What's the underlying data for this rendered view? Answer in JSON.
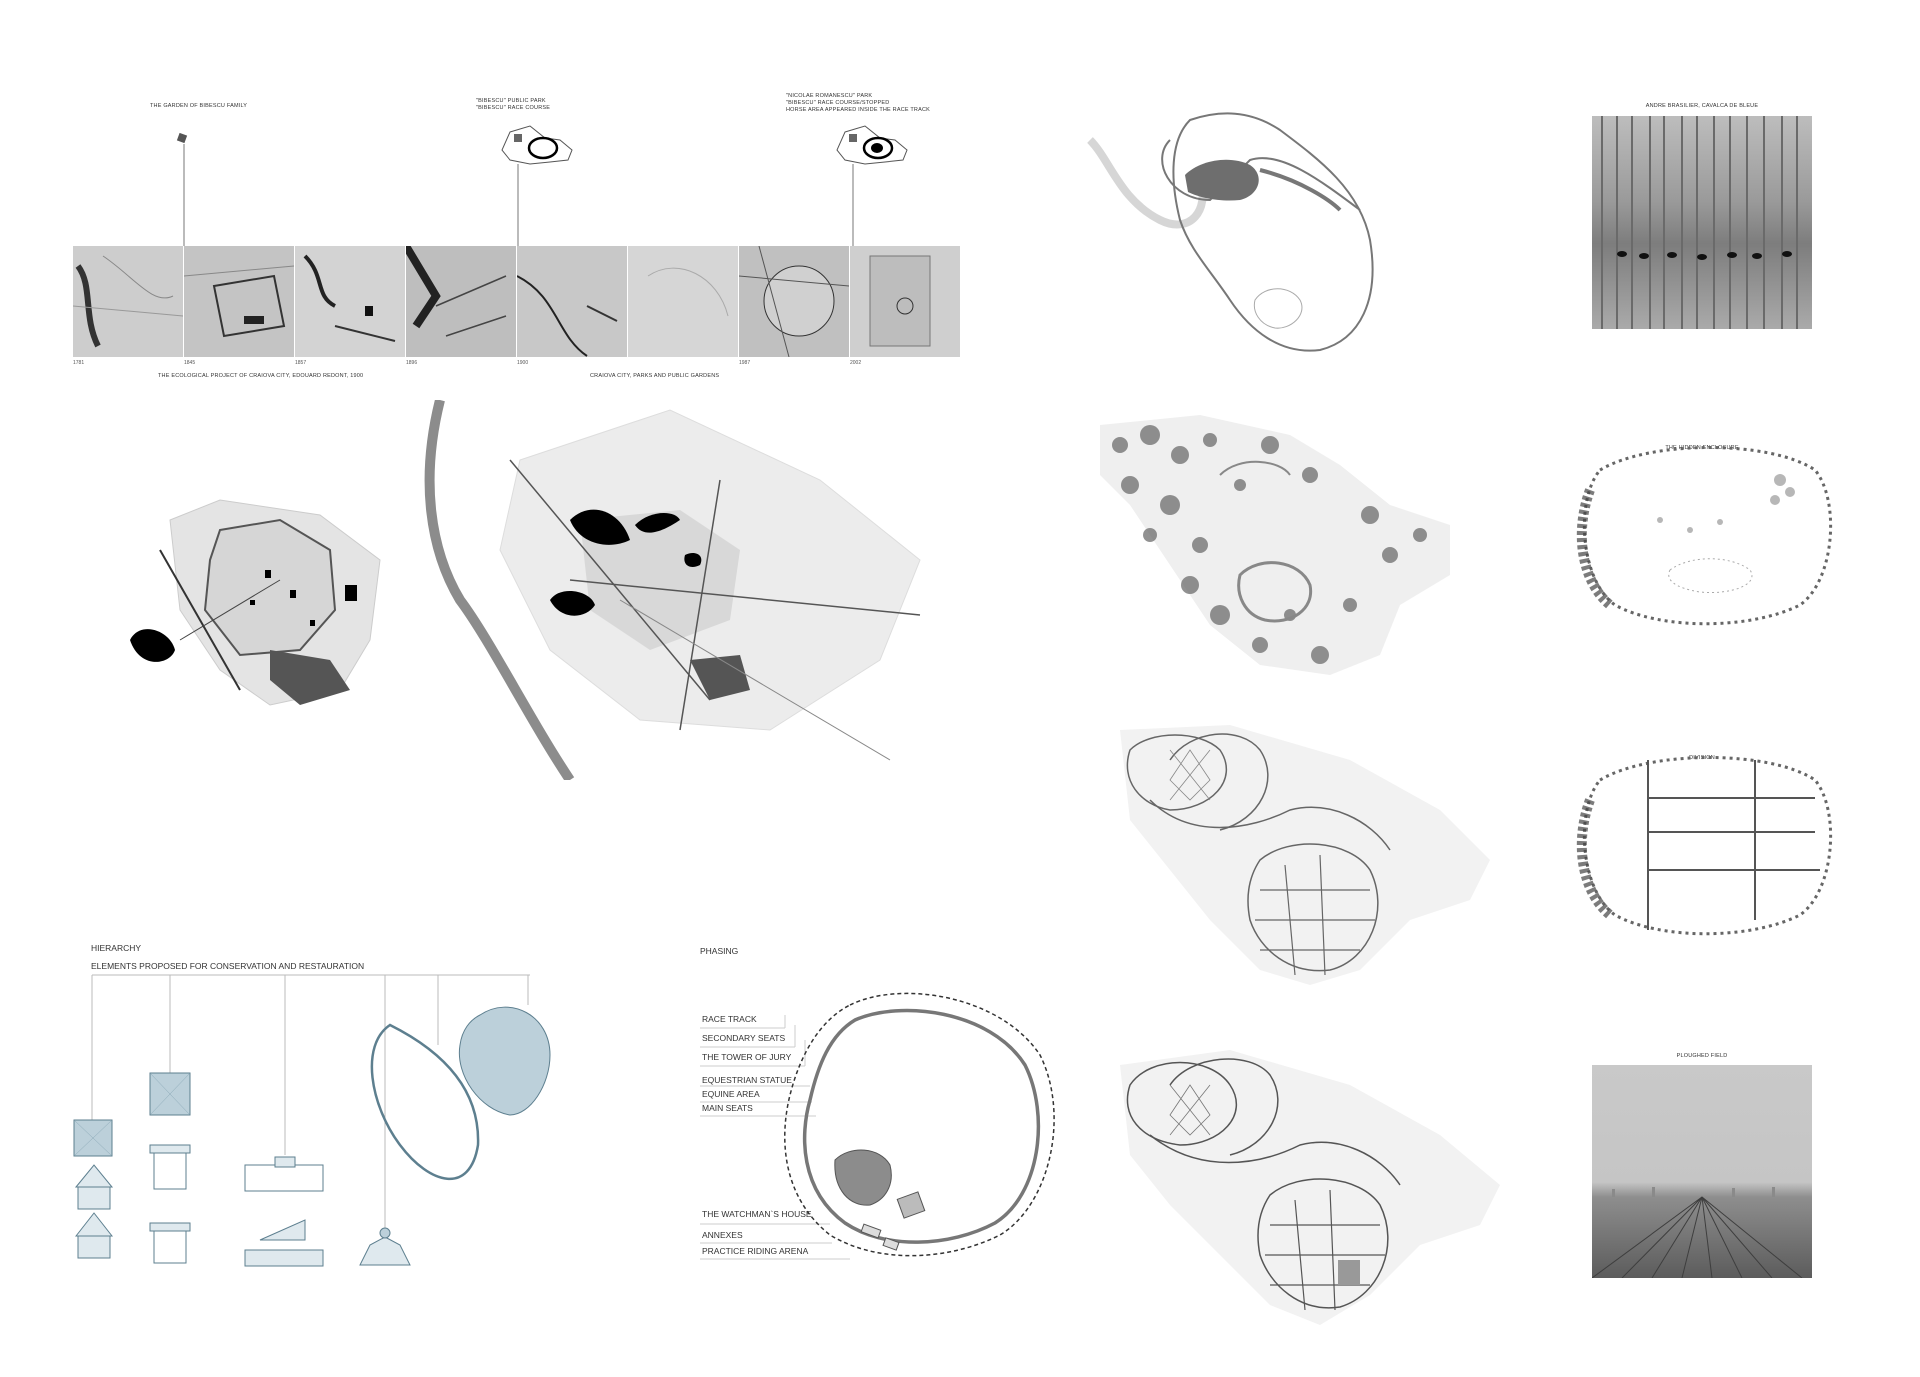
{
  "timeline": {
    "top_labels": [
      {
        "text": "THE GARDEN OF BIBESCU FAMILY"
      },
      {
        "text": "\"BIBESCU\" PUBLIC PARK\n\"BIBESCU\" RACE COURSE"
      },
      {
        "text": "\"NICOLAE ROMANESCU\" PARK\n\"BIBESCU\" RACE COURSE/STOPPED\nHORSE AREA APPEARED INSIDE THE RACE TRACK"
      }
    ],
    "years": [
      "1781",
      "1845",
      "1857",
      "1896",
      "1900",
      "1987",
      "2002"
    ],
    "bottom_labels": [
      "THE ECOLOGICAL PROJECT OF CRAIOVA CITY, EDOUARD REDONT, 1900",
      "CRAIOVA CITY, PARKS AND PUBLIC GARDENS"
    ]
  },
  "hierarchy": {
    "title": "HIERARCHY",
    "subtitle": "ELEMENTS PROPOSED FOR CONSERVATION AND RESTAURATION"
  },
  "phasing": {
    "title": "PHASING",
    "items": [
      "RACE TRACK",
      "SECONDARY SEATS",
      "THE TOWER OF JURY",
      "EQUESTRIAN STATUE",
      "EQUINE AREA",
      "MAIN SEATS",
      "THE WATCHMAN`S HOUSE",
      "ANNEXES",
      "PRACTICE RIDING ARENA"
    ]
  },
  "right_column": {
    "captions": [
      "ANDRE BRASILIER, CAVALCA DE BLEUE",
      "THE HIDDEN ENCLOSURE",
      "DIVISION",
      "PLOUGHED FIELD"
    ]
  },
  "colors": {
    "accent_blue": "#5d7f8f",
    "light_blue": "#bcd0da",
    "dark_fill": "#000000",
    "mid_gray": "#8c8c8c"
  }
}
